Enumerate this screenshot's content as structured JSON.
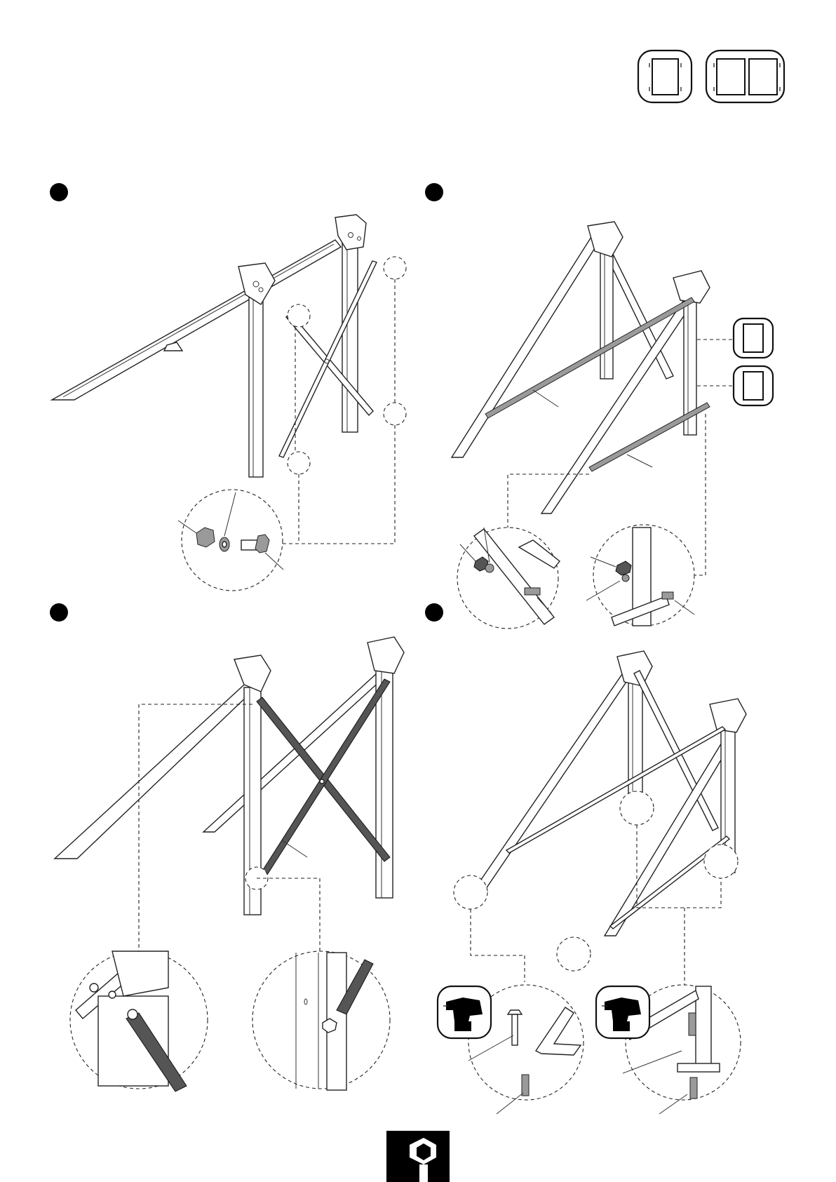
{
  "steps": [
    {
      "id": "step-1-marker"
    },
    {
      "id": "step-2-marker"
    },
    {
      "id": "step-3-marker"
    },
    {
      "id": "step-4-marker"
    }
  ],
  "icons": {
    "single_frame": "single-frame-icon",
    "double_frame": "double-frame-icon",
    "drill": "drill-icon",
    "brand_logo": "brand-logo-icon"
  }
}
